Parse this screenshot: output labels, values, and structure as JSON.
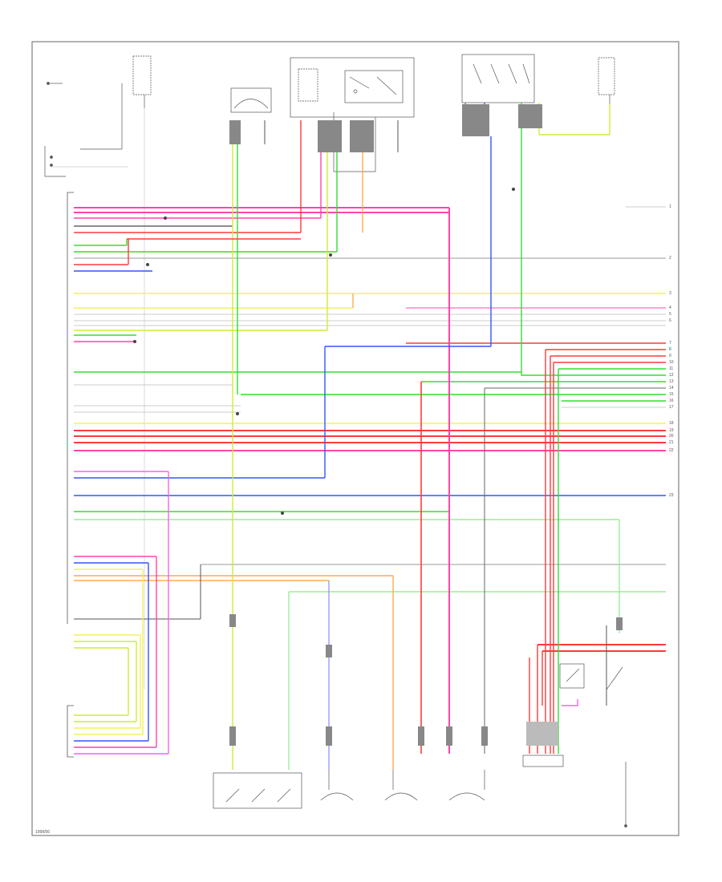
{
  "diagram": {
    "figure_id": "1998/56",
    "colors": {
      "frame": "#666666",
      "component": "#555555",
      "pink": "#ff44aa",
      "red": "#ff3b3b",
      "green": "#33dd33",
      "yellow_green": "#ccee33",
      "blue": "#3355ff",
      "yellow": "#f2f25a",
      "orange": "#ffaa55",
      "violet": "#ee66ee",
      "gray": "#bbbbbb",
      "black": "#333333",
      "light_green": "#99ee99"
    },
    "right_edge_markers": [
      "1",
      "2",
      "3",
      "4",
      "5",
      "6",
      "7",
      "8",
      "9",
      "10",
      "11",
      "12",
      "13",
      "14",
      "15",
      "16",
      "17",
      "18",
      "19",
      "20",
      "21",
      "22",
      "23"
    ]
  }
}
